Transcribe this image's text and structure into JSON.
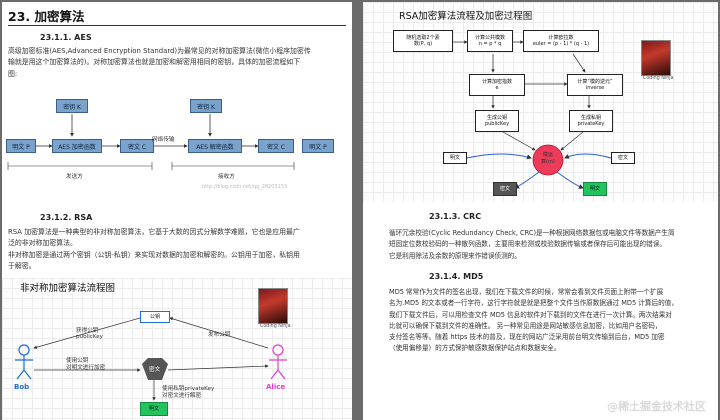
{
  "left_page": {
    "section_heading": "23.  加密算法",
    "aes": {
      "heading": "23.1.1.   AES",
      "para_lines": [
        "高级加密标准(AES,Advanced Encryption Standard)为最常见的对称加密算法(微信小程序加密传",
        "输就是用这个加密算法的)。对称加密算法也就是加密和解密用相同的密钥，具体的加密流程如下",
        "图:"
      ],
      "diagram": {
        "plain_left": "明文 P",
        "key_left": "密钥 K",
        "encrypt": "AES 加密函数",
        "cipher_left": "密文  C",
        "transfer": "网络传输",
        "key_right": "密钥 K",
        "decrypt": "AES 解密函数",
        "cipher_right": "密文  C",
        "plain_right": "明文 P",
        "sender": "发送方",
        "receiver": "接收方",
        "watermark": "http://blog.csdn.net/qq_28205153"
      }
    },
    "rsa": {
      "heading": "23.1.2.   RSA",
      "para_lines": [
        "RSA 加密算法是一种典型的非对称加密算法，它基于大数的因式分解数学难题，它也是应用最广",
        "泛的非对称加密算法。",
        "非对称加密是通过两个密钥（公钥-私钥）来实现对数据的加密和解密的。公钥用于加密，私钥用",
        "于解密。"
      ],
      "diagram": {
        "title": "非对称加密算法流程图",
        "gongyao": "公钥",
        "get_pub": "获得公钥",
        "get_pub2": "publicKey",
        "publish": "发布公钥",
        "use_pub": "使用公钥",
        "use_pub2": "对明文进行加密",
        "miwen": "密文",
        "use_priv": "使用私钥privateKey",
        "use_priv2": "对密文进行解密",
        "mingwen": "明文",
        "bob": "Bob",
        "alice": "Alice",
        "avatar_caption": "Coding Ninja"
      }
    }
  },
  "right_page": {
    "rsa_flow": {
      "title": "RSA加密算法流程及加密过程图",
      "b1_l1": "随机选取2个素",
      "b1_l2": "数(P, q)",
      "b2_l1": "计算公共模数",
      "b2_l2": "n = p * q",
      "b3_l1": "计算欧拉数",
      "b3_l2": "euler = (p - 1) * (q - 1)",
      "b4_l1": "计算加密指数",
      "b4_l2": "e",
      "b5_l1": "计算“模的逆元”",
      "b5_l2": "inverse",
      "b6_l1": "生成公钥",
      "b6_l2": "publicKey",
      "b7_l1": "生成私钥",
      "b7_l2": "privateKey",
      "center_l1": "模运",
      "center_l2": "算(m)",
      "plain_left": "明文",
      "cipher_right": "密文",
      "cipher_bottom": "密文",
      "plain_bottom": "明文",
      "avatar_caption": "Coding Ninja"
    },
    "crc": {
      "heading": "23.1.3.   CRC",
      "para_lines": [
        "循环冗余校验(Cyclic Redundancy Check, CRC)是一种根据网络数据包或电脑文件等数据产生简",
        "短固定位数校验码的一种散列函数，主要用来检测或校验数据传输或者保存后可能出现的错误。",
        "它是利用除法及余数的原理来作错误侦测的。"
      ]
    },
    "md5": {
      "heading": "23.1.4.   MD5",
      "para_lines": [
        "MD5  常常作为文件的签名出现，我们在下载文件的时候，常常会看到文件页面上附带一个扩展",
        "名为.MD5 的文本或者一行字符，这行字符就是就是把整个文件当作原数据通过 MD5 计算后的值，",
        "我们下载文件后，可以用检查文件 MD5 信息的软件对下载到的文件在进行一次计算。两次结果对",
        "比就可以确保下载到文件的准确性。  另一种常见用途是网站敏感信息加密，比如用户名密码，",
        "支付签名等等。随着 https 技术的普及，现在的网站广泛采用前台明文传输到后台，MD5 加密",
        "（使用偏移量）的方式保护敏感数据保护站点和数据安全。"
      ]
    }
  },
  "footer_watermark": "@稀土掘金技术社区",
  "colors": {
    "aes_box": "#7aa3cc",
    "center_circle": "#ef3b5a",
    "cipher_gray": "#555555",
    "plain_green": "#22c45e",
    "bob_blue": "#1e6fd9",
    "alice_pink": "#e040c8"
  }
}
